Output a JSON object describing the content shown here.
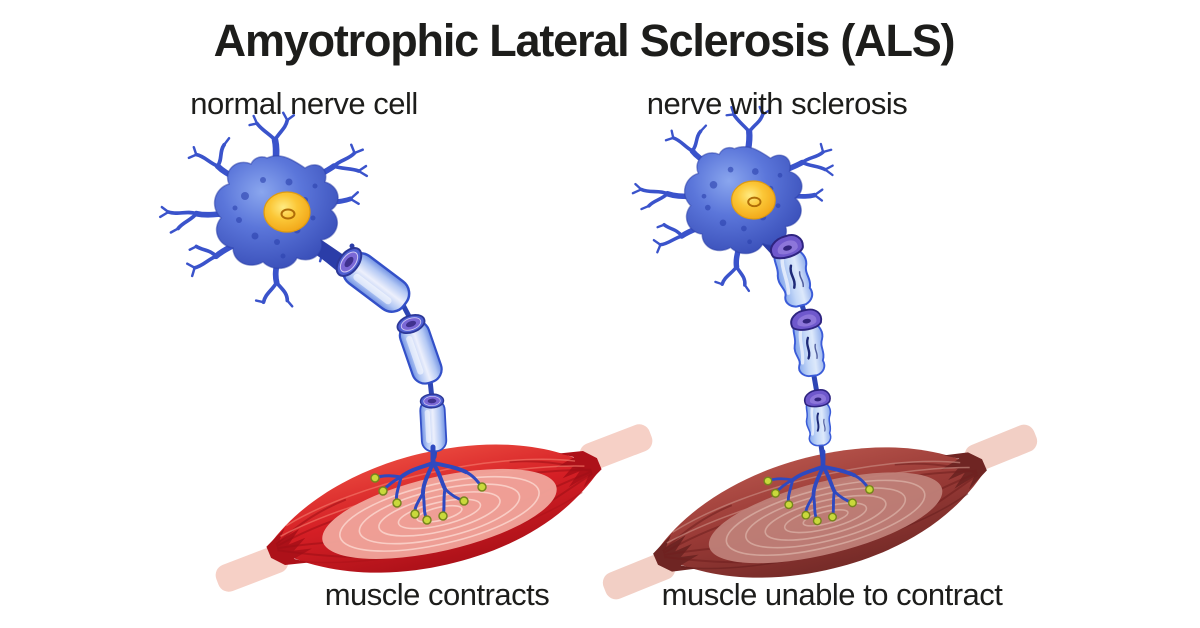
{
  "title": "Amyotrophic Lateral Sclerosis (ALS)",
  "panels": {
    "normal": {
      "label": "normal nerve cell",
      "caption": "muscle contracts"
    },
    "sclerosis": {
      "label": "nerve with sclerosis",
      "caption": "muscle unable to contract"
    }
  },
  "colors": {
    "background": "#ffffff",
    "text": "#1d1d1b",
    "neuron_body_blue": "#5b76da",
    "dendrite_blue": "#3a53cb",
    "nucleus_orange": "#fbc737",
    "myelin_light_blue": "#edf0fc",
    "myelin_ring_purple": "#7b68d6",
    "sclerosis_purple": "#6f58cc",
    "axon_blue": "#2e49c0",
    "healthy_muscle_red": "#d51f25",
    "atrophied_muscle_red": "#993a36",
    "tendon_pink": "#f6d0c6",
    "synapse_tip_yellow": "#c9d93b"
  }
}
